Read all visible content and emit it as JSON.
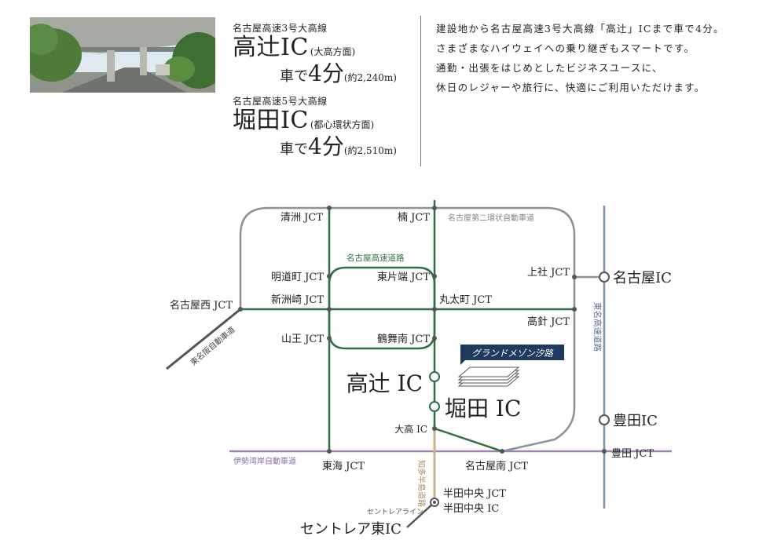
{
  "header": {
    "photo_alt": "高架下の道路写真",
    "routes": [
      {
        "line": "名古屋高速3号大高線",
        "ic": "高辻IC",
        "direction": "(大高方面)",
        "by_car": "車で",
        "minutes": "4分",
        "distance": "(約2,240m)"
      },
      {
        "line": "名古屋高速5号大高線",
        "ic": "堀田IC",
        "direction": "(都心環状方面)",
        "by_car": "車で",
        "minutes": "4分",
        "distance": "(約2,510m)"
      }
    ],
    "description": [
      "建設地から名古屋高速3号大高線「高辻」ICまで車で4分。",
      "さまざまなハイウェイへの乗り継ぎもスマートです。",
      "通勤・出張をはじめとしたビジネスユースに、",
      "休日のレジャーや旅行に、快適にご利用いただけます。"
    ]
  },
  "map": {
    "colors": {
      "gray_route": "#8a9198",
      "green_route": "#2e6f44",
      "purple_route": "#9e84b3",
      "tan_route": "#c9b28e",
      "blue_route": "#7a8fa8",
      "dark_route": "#555555",
      "navy_box": "#1e3a5f"
    },
    "route_labels": {
      "loop2": "名古屋第二環状自動車道",
      "nagoya_expwy": "名古屋高速道路",
      "tomei": "東名高速道路",
      "meihan": "東名阪自動車道",
      "isewangan": "伊勢湾岸自動車道",
      "chita": "知多半島道路",
      "centrair_line": "セントレアライン"
    },
    "junctions": {
      "kiyosu": "清洲 JCT",
      "kusu": "楠 JCT",
      "meidocho": "明道町 JCT",
      "higashikatahata": "東片端 JCT",
      "kamiyashiro": "上社 JCT",
      "nagoyanishi": "名古屋西 JCT",
      "shinsuzaki": "新洲崎 JCT",
      "marutamachi": "丸太町 JCT",
      "takabari": "高針 JCT",
      "sanno": "山王 JCT",
      "tsurumaiminami": "鶴舞南 JCT",
      "odaka": "大高 IC",
      "tokai": "東海 JCT",
      "nagoyaminami": "名古屋南 JCT",
      "toyota_jct": "豊田 JCT",
      "handachuo_jct": "半田中央 JCT",
      "handachuo_ic": "半田中央 IC"
    },
    "highlights": {
      "nagoya_ic": "名古屋IC",
      "toyota_ic": "豊田IC",
      "takatsuji": "高辻 IC",
      "horita": "堀田 IC",
      "centrair_east": "セントレア東IC"
    },
    "property": "グランドメゾン汐路"
  }
}
